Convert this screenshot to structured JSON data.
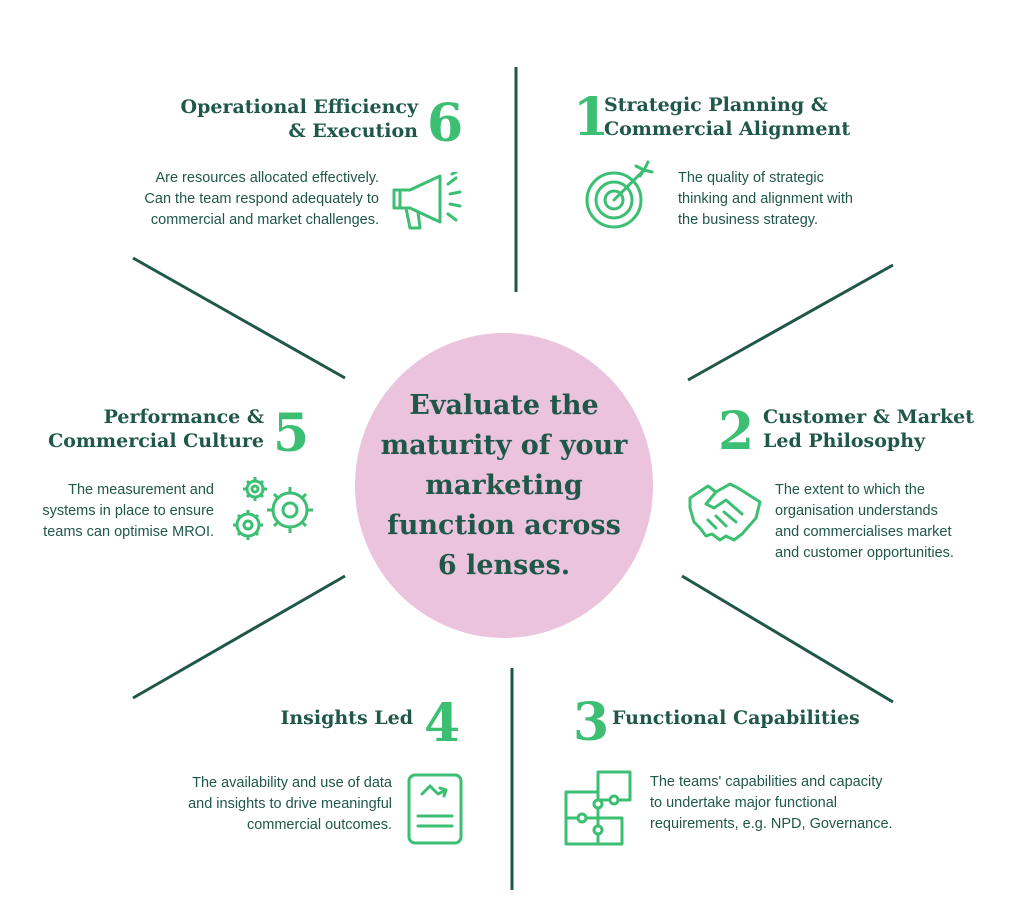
{
  "center": {
    "lines": [
      "Evaluate the",
      "maturity of your",
      "marketing",
      "function across",
      "6 lenses."
    ]
  },
  "lenses": [
    {
      "number": "1",
      "title": [
        "Strategic Planning &",
        "Commercial Alignment"
      ],
      "description": [
        "The quality of strategic",
        "thinking and alignment with",
        "the business strategy."
      ],
      "icon": "target-icon"
    },
    {
      "number": "2",
      "title": [
        "Customer & Market",
        "Led Philosophy"
      ],
      "description": [
        "The extent to which the",
        "organisation understands",
        "and commercialises market",
        "and customer opportunities."
      ],
      "icon": "handshake-icon"
    },
    {
      "number": "3",
      "title": [
        "Functional Capabilities"
      ],
      "description": [
        "The teams' capabilities and capacity",
        "to undertake major functional",
        "requirements, e.g. NPD, Governance."
      ],
      "icon": "puzzle-icon"
    },
    {
      "number": "4",
      "title": [
        "Insights Led"
      ],
      "description": [
        "The availability and use of data",
        "and insights to drive meaningful",
        "commercial outcomes."
      ],
      "icon": "report-chart-icon"
    },
    {
      "number": "5",
      "title": [
        "Performance &",
        "Commercial Culture"
      ],
      "description": [
        "The measurement and",
        "systems in place to ensure",
        "teams can optimise MROI."
      ],
      "icon": "gears-icon"
    },
    {
      "number": "6",
      "title": [
        "Operational Efficiency",
        "& Execution"
      ],
      "description": [
        "Are resources allocated effectively.",
        "Can the team respond adequately to",
        "commercial and market challenges."
      ],
      "icon": "megaphone-icon"
    }
  ],
  "colors": {
    "dark_green": "#1f5748",
    "accent_green": "#3dbf73",
    "center_pink": "#ecc3dc",
    "spoke": "#1f5748"
  }
}
